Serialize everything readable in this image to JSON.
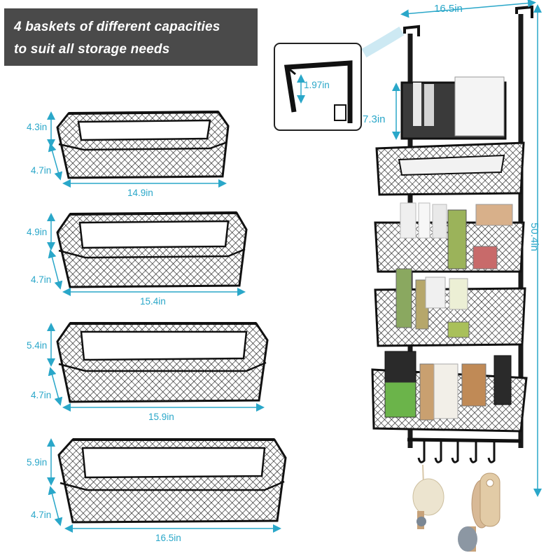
{
  "banner": {
    "line1": "4 baskets of different capacities",
    "line2": "to suit all storage needs"
  },
  "baskets": [
    {
      "height": "4.3in",
      "depth": "4.7in",
      "width": "14.9in"
    },
    {
      "height": "4.9in",
      "depth": "4.7in",
      "width": "15.4in"
    },
    {
      "height": "5.4in",
      "depth": "4.7in",
      "width": "15.9in"
    },
    {
      "height": "5.9in",
      "depth": "4.7in",
      "width": "16.5in"
    }
  ],
  "rack": {
    "total_width": "16.5in",
    "total_height": "50.4in",
    "top_basket_height": "7.3in",
    "hook_thickness": "1.97in"
  },
  "colors": {
    "dimension": "#2aa7c9",
    "banner_bg": "#4a4a4a",
    "metal": "#1c1c1c"
  }
}
